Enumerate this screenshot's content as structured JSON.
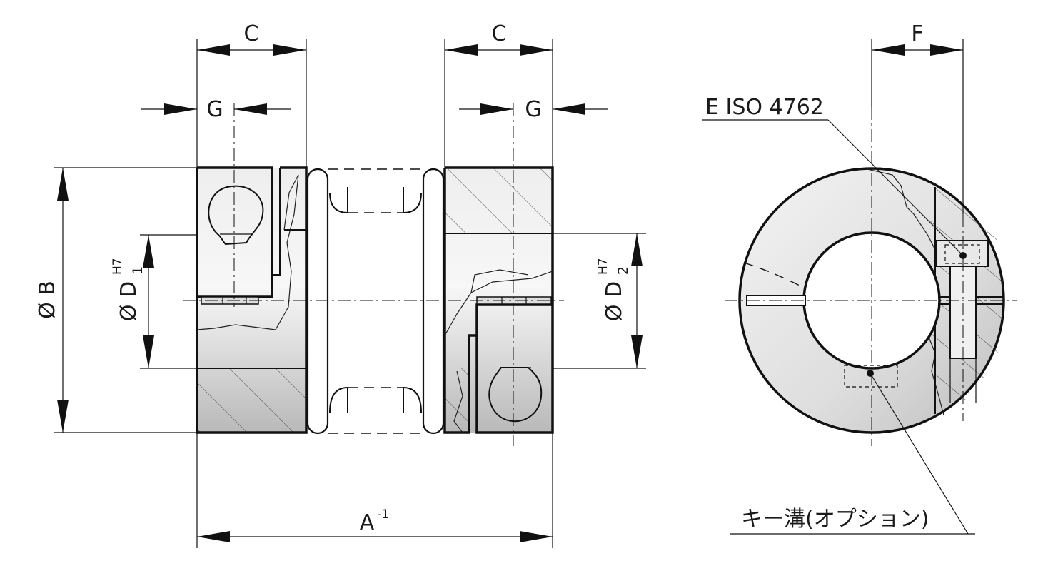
{
  "labels": {
    "c_left": "C",
    "c_right": "C",
    "g_left": "G",
    "g_right": "G",
    "f": "F",
    "screw": "E ISO 4762",
    "phi_b": "Ø B",
    "phi_d1_main": "Ø D",
    "phi_d1_sub": "1",
    "phi_d1_sup": "H7",
    "phi_d2_main": "Ø D",
    "phi_d2_sub": "2",
    "phi_d2_sup": "H7",
    "a_main": "A",
    "a_sup": "-1",
    "keyway": "キー溝(オプション)"
  }
}
